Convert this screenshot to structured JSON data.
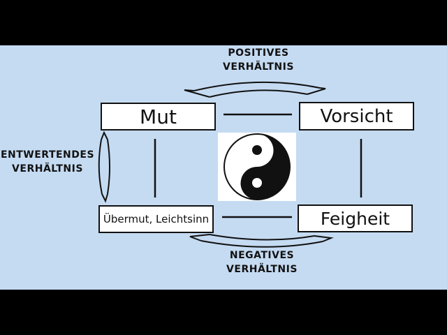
{
  "diagram": {
    "boxes": {
      "top_left": "Mut",
      "top_right": "Vorsicht",
      "bottom_left": "Übermut, Leichtsinn",
      "bottom_right": "Feigheit"
    },
    "relations": {
      "positive": {
        "line1": "POSITIVES",
        "line2": "VERHÄLTNIS"
      },
      "negative": {
        "line1": "NEGATIVES",
        "line2": "VERHÄLTNIS"
      },
      "devaluing": {
        "line1": "ENTWERTENDES",
        "line2": "VERHÄLTNIS"
      }
    },
    "symbol": "yin-yang"
  },
  "colors": {
    "background": "#c5dbf2",
    "letterbox": "#000000",
    "ink": "#111111",
    "box_fill": "#ffffff"
  }
}
